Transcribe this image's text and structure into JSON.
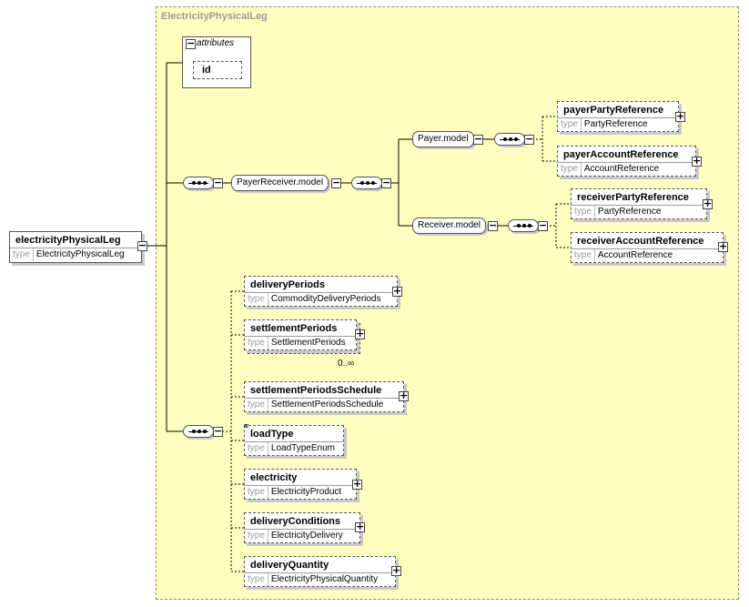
{
  "frame": {
    "title": "ElectricityPhysicalLeg"
  },
  "root": {
    "name": "electricityPhysicalLeg",
    "type_key": "type",
    "type": "ElectricityPhysicalLeg"
  },
  "attributes": {
    "label": "attributes",
    "items": [
      "id"
    ]
  },
  "groups": {
    "payer_receiver": "PayerReceiver.model",
    "payer": "Payer.model",
    "receiver": "Receiver.model"
  },
  "elements": [
    {
      "name": "payerPartyReference",
      "type": "PartyReference"
    },
    {
      "name": "payerAccountReference",
      "type": "AccountReference"
    },
    {
      "name": "receiverPartyReference",
      "type": "PartyReference"
    },
    {
      "name": "receiverAccountReference",
      "type": "AccountReference"
    },
    {
      "name": "deliveryPeriods",
      "type": "CommodityDeliveryPeriods"
    },
    {
      "name": "settlementPeriods",
      "type": "SettlementPeriods",
      "occurs": "0..∞"
    },
    {
      "name": "settlementPeriodsSchedule",
      "type": "SettlementPeriodsSchedule"
    },
    {
      "name": "loadType",
      "type": "LoadTypeEnum"
    },
    {
      "name": "electricity",
      "type": "ElectricityProduct"
    },
    {
      "name": "deliveryConditions",
      "type": "ElectricityDelivery"
    },
    {
      "name": "deliveryQuantity",
      "type": "ElectricityPhysicalQuantity"
    }
  ],
  "type_key": "type",
  "icons": {
    "expand": "+",
    "collapse": "−"
  }
}
